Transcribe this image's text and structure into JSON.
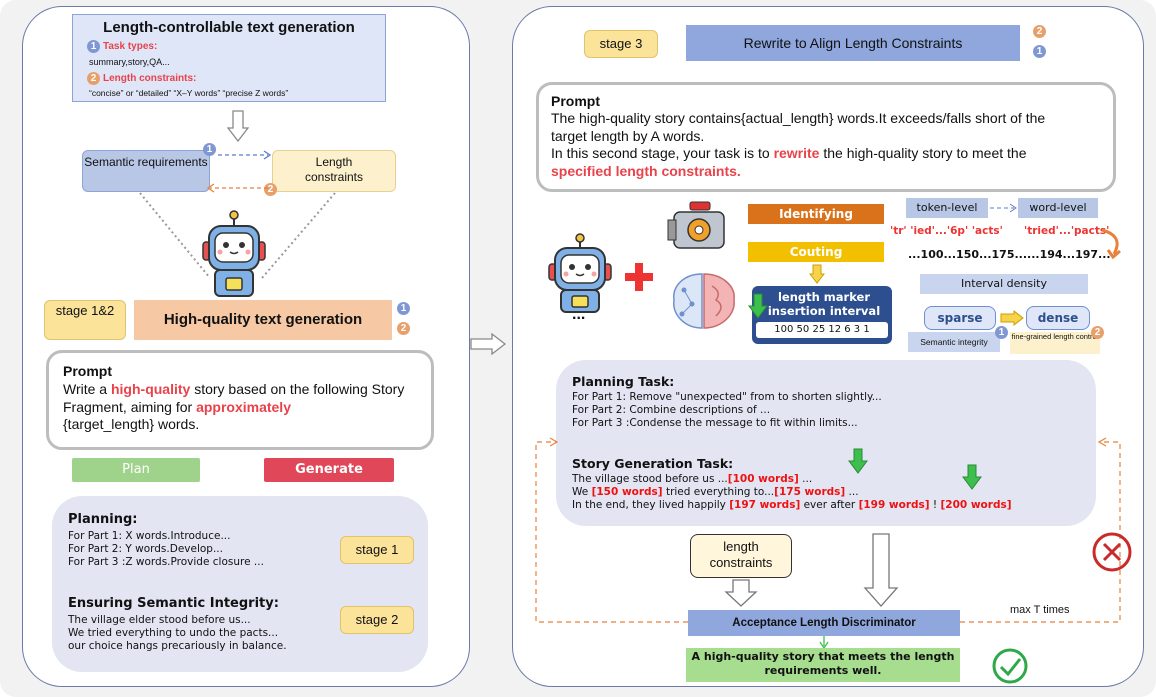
{
  "left": {
    "title": "Length-controllable text generation",
    "task_types_label": "Task types:",
    "task_types_value": "summary,story,QA...",
    "length_constraints_label": "Length constraints:",
    "length_constraints_value": "“concise” or “detailed” “X–Y words” “precise Z words”",
    "semantic_requirements": "Semantic requirements",
    "length_constraints": "Length constraints",
    "stage_label": "stage 1&2",
    "hq_generation": "High-quality text generation",
    "prompt_title": "Prompt",
    "prompt_p1": "Write a ",
    "prompt_hl1": "high-quality",
    "prompt_p2": " story based on the following Story Fragment, aiming for ",
    "prompt_hl2": "approximately",
    "prompt_p3": "{target_length} words.",
    "plan_button": "Plan",
    "generate_button": "Generate",
    "planning_title": "Planning:",
    "planning_lines": [
      "For Part 1: X words.Introduce...",
      "For Part 2: Y words.Develop...",
      "For Part 3 :Z words.Provide closure ..."
    ],
    "stage1": "stage 1",
    "integrity_title": "Ensuring Semantic Integrity:",
    "integrity_lines": [
      "The village elder stood before us...",
      "We tried everything to undo the pacts...",
      "our choice hangs precariously in balance."
    ],
    "stage2": "stage 2"
  },
  "right": {
    "stage_label": "stage 3",
    "rewrite_title": "Rewrite to Align Length Constraints",
    "prompt_title": "Prompt",
    "prompt_line1": "The high-quality story contains{actual_length} words.It exceeds/falls short of the",
    "prompt_line2": "target length by A words.",
    "prompt_line3a": "In this second stage, your task is to ",
    "prompt_hl1": "rewrite",
    "prompt_line3b": " the high-quality story to meet the",
    "prompt_hl2": "specified length constraints.",
    "identifying": "Identifying",
    "couting": "Couting",
    "marker_title": "length marker insertion interval",
    "marker_numbers": "100 50 25 12 6 3 1",
    "token_level": "token-level",
    "word_level": "word-level",
    "tokens": "'tr' 'ied'...'6p' 'acts'",
    "words": "'tried'...'pacts'",
    "counts": "...100...150...175......194...197...",
    "interval_density": "Interval density",
    "sparse": "sparse",
    "dense": "dense",
    "semantic_integrity": "Semantic integrity",
    "fine_grained": "fine-grained length control",
    "dots": "...",
    "planning_task_title": "Planning Task:",
    "planning_task_lines": [
      "For Part 1: Remove \"unexpected\" from to shorten slightly...",
      "For Part 2: Combine descriptions of ...",
      "For Part 3 :Condense the message to fit within limits..."
    ],
    "story_task_title": "Story Generation Task:",
    "story_l1a": "The village stood before us ...",
    "story_l1b": "[100 words]",
    "story_l1c": " ...",
    "story_l2a": "We ",
    "story_l2b": "[150 words]",
    "story_l2c": " tried everything to...",
    "story_l2d": "[175 words]",
    "story_l2e": " ...",
    "story_l3a": "In the end, they lived happily ",
    "story_l3b": "[197 words]",
    "story_l3c": " ever after ",
    "story_l3d": "[199 words]",
    "story_l3e": " ! ",
    "story_l3f": "[200 words]",
    "length_constraints_box": "length constraints",
    "discriminator": "Acceptance Length Discriminator",
    "max_t": "max T times",
    "final_output": "A high-quality story that meets the length requirements well."
  },
  "badges": {
    "one": "1",
    "two": "2"
  },
  "colors": {
    "accent_red": "#e8434b",
    "plan_green": "#9fd28a",
    "generate_red": "#e0485a",
    "stage_yellow": "#fbe39a",
    "hq_orange": "#f6c9a4",
    "rewrite_blue": "#8fa7dd",
    "identify_orange": "#d9721a",
    "count_yellow": "#f2c000",
    "marker_navy": "#2d4f8f"
  }
}
